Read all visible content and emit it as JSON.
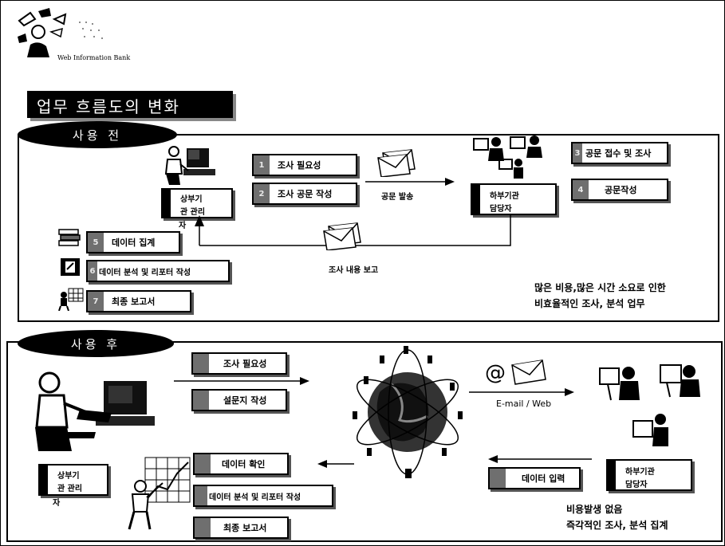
{
  "header": {
    "logo_text": "Web Information Bank",
    "title": "업무 흐름도의 변화"
  },
  "before": {
    "label": "사용 전",
    "manager": [
      "상부기",
      "관 관리",
      "자"
    ],
    "steps": [
      {
        "num": "1",
        "label": "조사 필요성"
      },
      {
        "num": "2",
        "label": "조사 공문 작성"
      },
      {
        "num": "3",
        "label": "공문 접수 및 조사"
      },
      {
        "num": "4",
        "label": "공문작성"
      },
      {
        "num": "5",
        "label": "데이터 집계"
      },
      {
        "num": "6",
        "label": "데이터 분석 및 리포터 작성"
      },
      {
        "num": "7",
        "label": "최종 보고서"
      }
    ],
    "send_label": "공문 발송",
    "report_label": "조사 내용 보고",
    "agency": [
      "하부기관",
      "담당자"
    ],
    "note": [
      "많은 비용,많은 시간 소요로 인한",
      "비효율적인 조사, 분석 업무"
    ]
  },
  "after": {
    "label": "사용 후",
    "manager": [
      "상부기",
      "관 관리",
      "자"
    ],
    "steps": [
      {
        "num": "",
        "label": "조사 필요성"
      },
      {
        "num": "",
        "label": "설문지 작성"
      },
      {
        "num": "",
        "label": "데이터 확인"
      },
      {
        "num": "",
        "label": "데이터 분석 및 리포터 작성"
      },
      {
        "num": "",
        "label": "최종 보고서"
      },
      {
        "num": "",
        "label": "데이터 입력"
      }
    ],
    "email_label": "E-mail / Web",
    "agency": [
      "하부기관",
      "담당자"
    ],
    "note": [
      "비용발생 없음",
      "즉각적인 조사, 분석 집계"
    ]
  },
  "icons": [
    "computer-user-icon",
    "envelope-icon",
    "globe-network-icon",
    "email-at-icon",
    "office-workers-icon",
    "books-icon",
    "chart-presenter-icon"
  ]
}
